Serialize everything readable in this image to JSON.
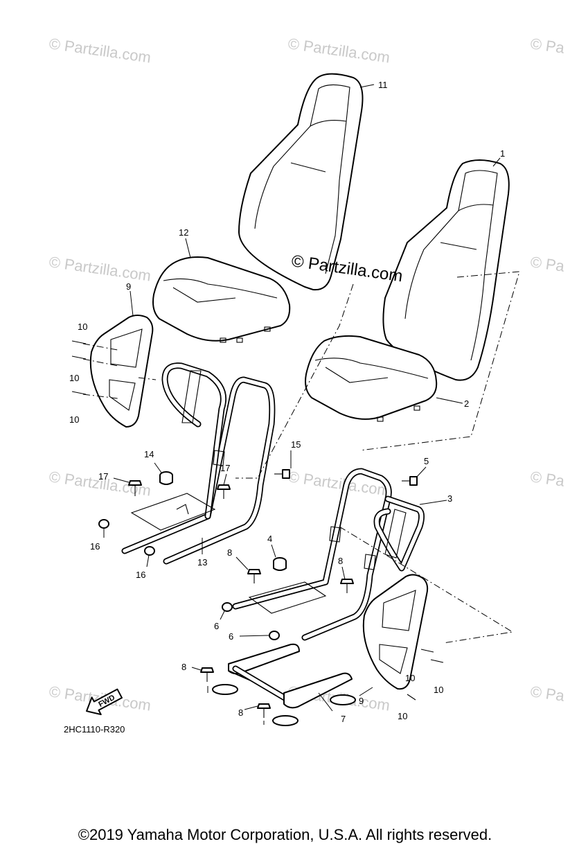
{
  "callouts": {
    "c1": "1",
    "c2": "2",
    "c3": "3",
    "c4": "4",
    "c5": "5",
    "c6a": "6",
    "c6b": "6",
    "c7": "7",
    "c8a": "8",
    "c8b": "8",
    "c8c": "8",
    "c8d": "8",
    "c9a": "9",
    "c9b": "9",
    "c10a": "10",
    "c10b": "10",
    "c10c": "10",
    "c10d": "10",
    "c10e": "10",
    "c10f": "10",
    "c11": "11",
    "c12": "12",
    "c13": "13",
    "c14": "14",
    "c15": "15",
    "c16a": "16",
    "c16b": "16",
    "c17a": "17",
    "c17b": "17"
  },
  "watermark": {
    "text": "© Partzilla.com",
    "partial": "© Pa",
    "center": "© Partzilla.com"
  },
  "fwd_label": "FWD",
  "diagram_code": "2HC1110-R320",
  "copyright": "©2019 Yamaha Motor Corporation, U.S.A. All rights reserved."
}
